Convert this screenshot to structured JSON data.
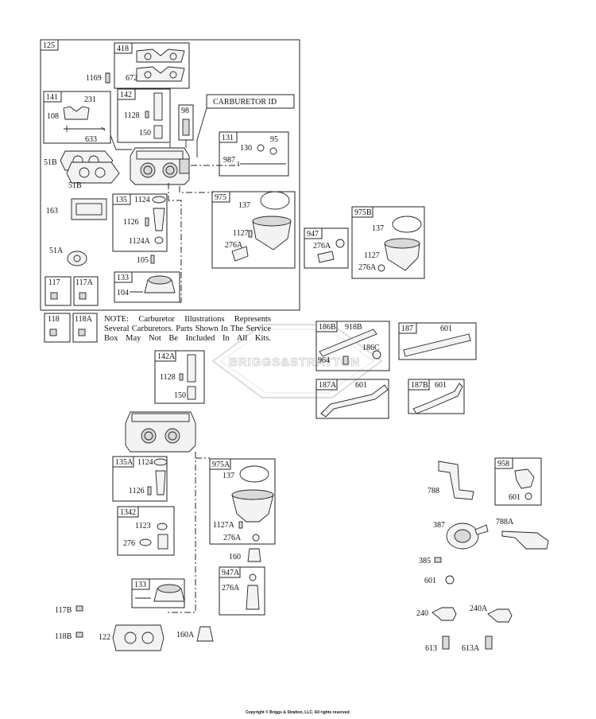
{
  "carburetor_id_label": "CARBURETOR ID",
  "note": "NOTE: Carburetor Illustrations Represents Several Carburetors. Parts Shown In The Service Box May Not Be Included In All Kits.",
  "watermark": "BRIGGS&STRATTON",
  "copyright": "Copyright © Briggs & Stratton, LLC. All rights reserved.",
  "kit_tags": {
    "t125": "125",
    "t418": "418",
    "t141": "141",
    "t142": "142",
    "t98": "98",
    "t131": "131",
    "t135": "135",
    "t975": "975",
    "t947": "947",
    "t975B": "975B",
    "t117": "117",
    "t117A": "117A",
    "t133": "133",
    "t118": "118",
    "t118A": "118A",
    "t186B": "186B",
    "t187": "187",
    "t142A": "142A",
    "t187A": "187A",
    "t187B": "187B",
    "t135A": "135A",
    "t975A": "975A",
    "t958": "958",
    "t1342": "1342",
    "t947A": "947A",
    "t133b": "133"
  },
  "part_labels": {
    "p1169": "1169",
    "p672": "672",
    "p231": "231",
    "p108": "108",
    "p633": "633",
    "p1128": "1128",
    "p150": "150",
    "p130": "130",
    "p95": "95",
    "p987": "987",
    "p51B": "51B",
    "p51Bb": "51B",
    "p163": "163",
    "p1124": "1124",
    "p1126": "1126",
    "p1124A": "1124A",
    "p105": "105",
    "p104": "104",
    "p137": "137",
    "p1127": "1127",
    "p276A": "276A",
    "p276Ab": "276A",
    "p137b": "137",
    "p1127b": "1127",
    "p276Ac": "276A",
    "p51A": "51A",
    "p918B": "918B",
    "p186C": "186C",
    "p964": "964",
    "p601a": "601",
    "p1128b": "1128",
    "p150b": "150",
    "p601b": "601",
    "p601c": "601",
    "p1124b": "1124",
    "p1126b": "1126",
    "p137c": "137",
    "p1127A": "1127A",
    "p276Ad": "276A",
    "p1123": "1123",
    "p276": "276",
    "p160": "160",
    "p276Ae": "276A",
    "p788": "788",
    "p601d": "601",
    "p387": "387",
    "p788A": "788A",
    "p385": "385",
    "p601e": "601",
    "p240": "240",
    "p240A": "240A",
    "p613": "613",
    "p613A": "613A",
    "p117B": "117B",
    "p118B": "118B",
    "p122": "122",
    "p160A": "160A"
  }
}
